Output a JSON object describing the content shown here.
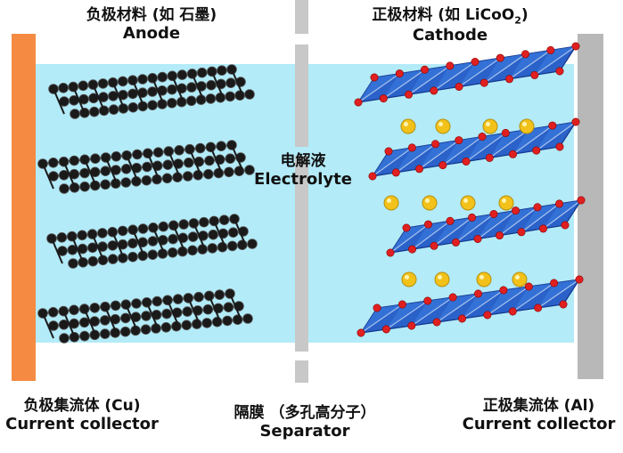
{
  "anode": {
    "zh": "负极材料 (如 石墨)",
    "en": "Anode"
  },
  "cathode": {
    "zh_prefix": "正极材料 (如 LiCoO",
    "zh_sub": "2",
    "zh_suffix": ")",
    "en": "Cathode"
  },
  "electrolyte": {
    "zh": "电解液",
    "en": "Electrolyte"
  },
  "separator": {
    "zh": "隔膜 （多孔高分子）",
    "en": "Separator"
  },
  "anode_collector": {
    "zh": "负极集流体 (Cu)",
    "en": "Current collector"
  },
  "cathode_collector": {
    "zh": "正极集流体 (Al)",
    "en": "Current collector"
  },
  "colors": {
    "electrolyte": "#b3ebf8",
    "copper_collector": "#f58a42",
    "aluminum_collector": "#b8b8b8",
    "separator": "#c8c8c8",
    "graphite": "#1a1a1a",
    "cobalt_octahedra": "#2a62c9",
    "oxygen": "#e02020",
    "lithium_ion": "#f2c21b"
  }
}
